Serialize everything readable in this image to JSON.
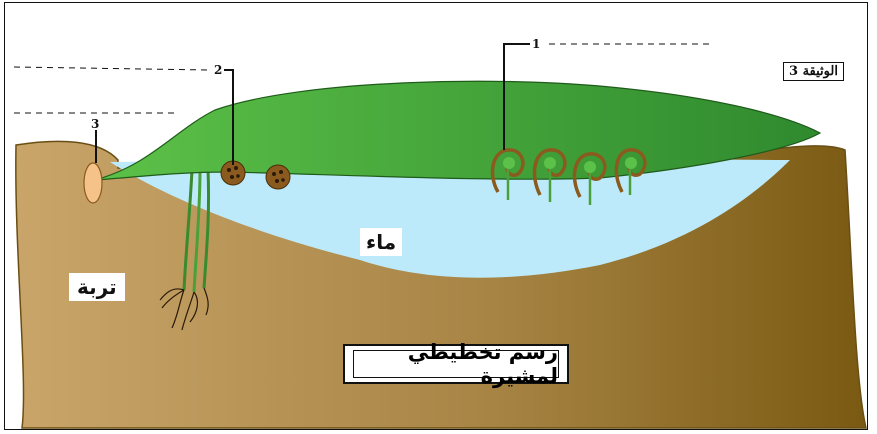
{
  "document_label": "الوثيقة 3",
  "labels": {
    "water": "ماء",
    "soil": "تربة",
    "title": "رسم تخطيطي لمشيرة"
  },
  "markers": [
    "1",
    "2",
    "3"
  ],
  "colors": {
    "soil_light": "#c9a56a",
    "soil_dark": "#7a5a12",
    "water": "#bdeafa",
    "leaf_light": "#5cc148",
    "leaf_dark": "#2f8a2e",
    "sporocarp": "#8a5a1e",
    "spore": "#f5c28a"
  }
}
